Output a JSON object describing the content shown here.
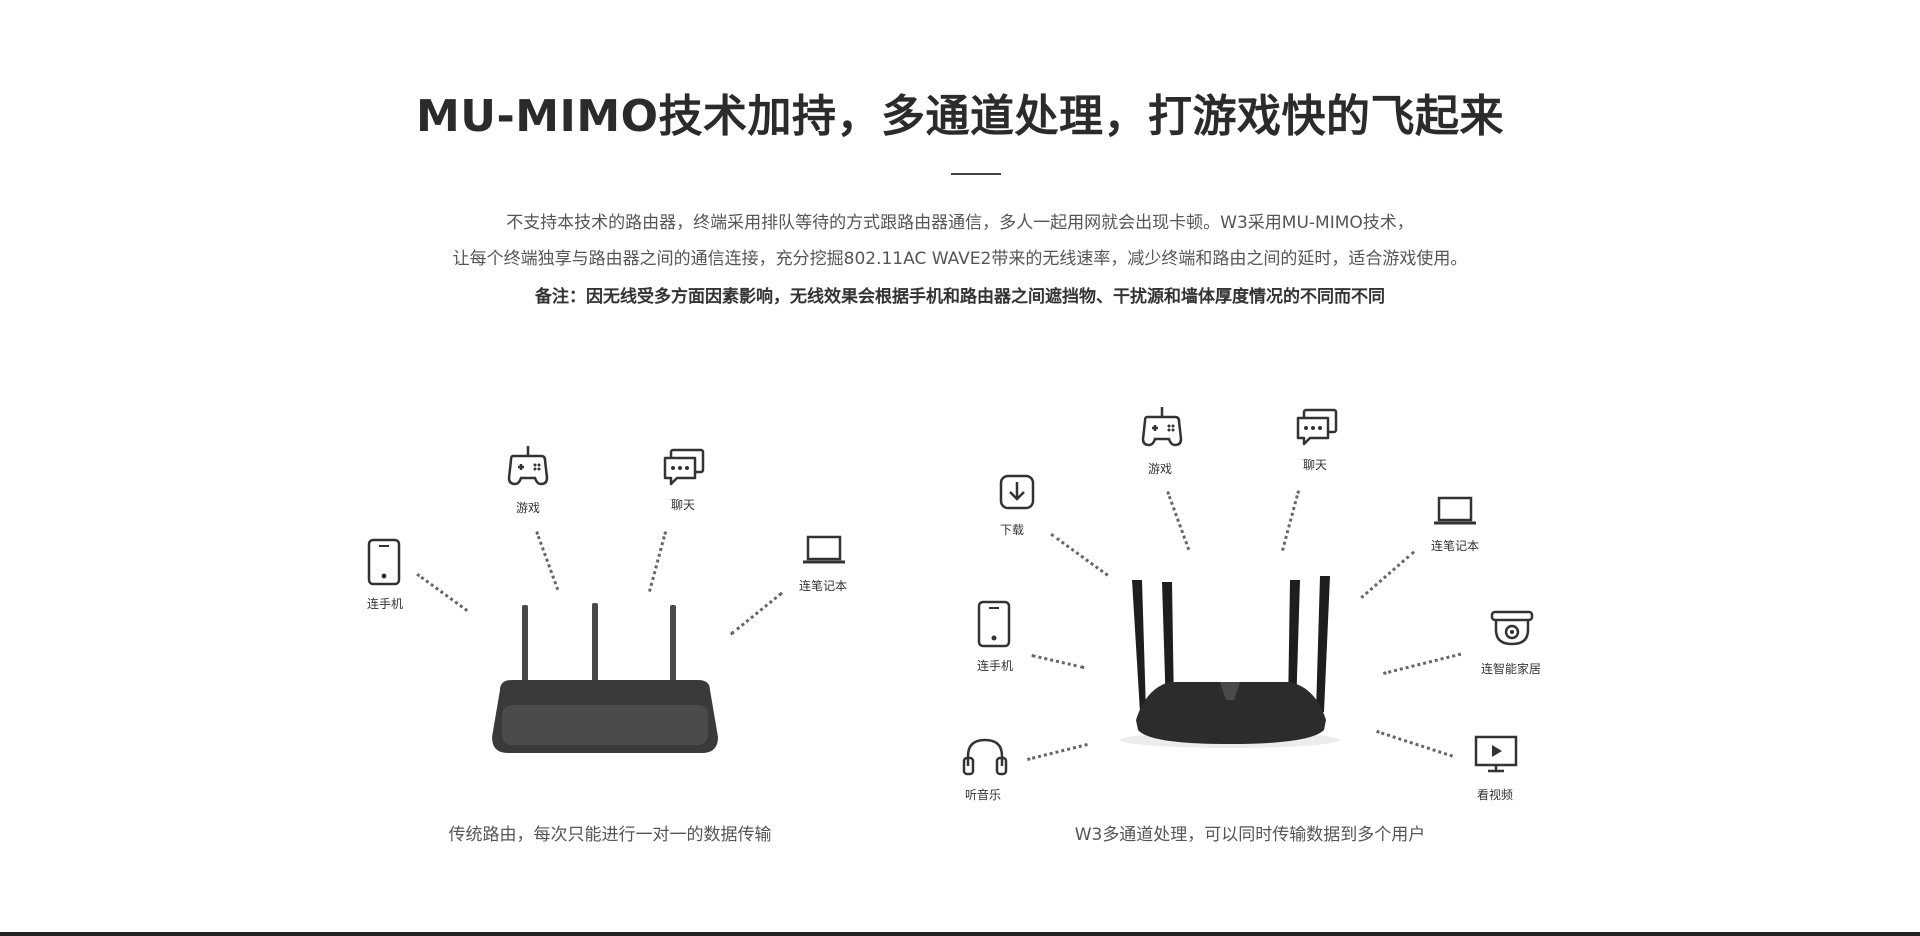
{
  "header": {
    "title": "MU-MIMO技术加持，多通道处理，打游戏快的飞起来",
    "line1": "不支持本技术的路由器，终端采用排队等待的方式跟路由器通信，多人一起用网就会出现卡顿。W3采用MU-MIMO技术，",
    "line2": "让每个终端独享与路由器之间的通信连接，充分挖掘802.11AC WAVE2带来的无线速率，减少终端和路由之间的延时，适合游戏使用。",
    "note": "备注：因无线受多方面因素影响，无线效果会根据手机和路由器之间遮挡物、干扰源和墙体厚度情况的不同而不同"
  },
  "left_diagram": {
    "caption": "传统路由，每次只能进行一对一的数据传输",
    "labels": {
      "phone": "连手机",
      "game": "游戏",
      "chat": "聊天",
      "laptop": "连笔记本"
    }
  },
  "right_diagram": {
    "caption": "W3多通道处理，可以同时传输数据到多个用户",
    "labels": {
      "download": "下载",
      "game": "游戏",
      "chat": "聊天",
      "laptop": "连笔记本",
      "phone": "连手机",
      "smarthome": "连智能家居",
      "music": "听音乐",
      "video": "看视频"
    }
  },
  "icons": {
    "phone": "phone-icon",
    "game": "gamepad-icon",
    "chat": "chat-icon",
    "laptop": "laptop-icon",
    "download": "download-icon",
    "smarthome": "camera-icon",
    "music": "headphones-icon",
    "video": "video-icon"
  }
}
